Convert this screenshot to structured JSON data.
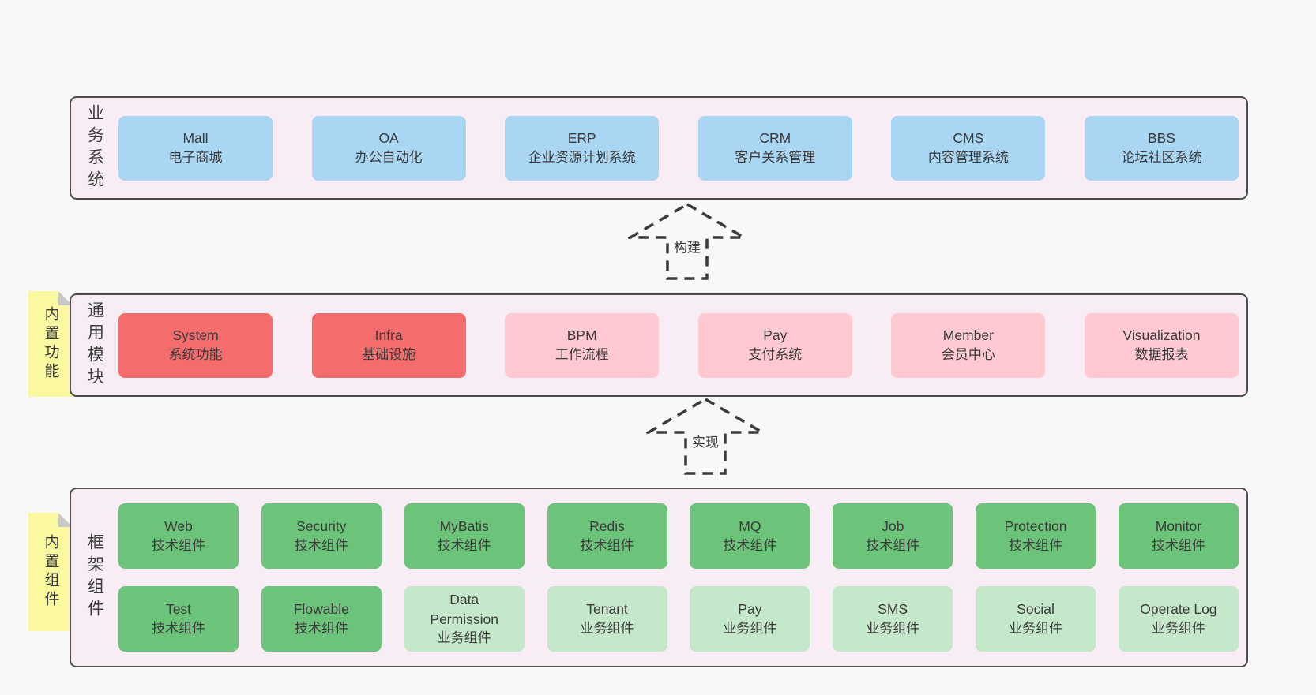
{
  "palette": {
    "page_bg": "#f8f8f8",
    "band_bg": "#f9edf5",
    "band_border": "#4b4b4b",
    "blue_box": "#a9d6f2",
    "red_box": "#f56c6c",
    "pink_box": "#ffc9d1",
    "green_box": "#6cc47a",
    "green_light_box": "#c5e8ca",
    "note_yellow": "#fbf9a0",
    "note_fold_gray": "#c9c9c9",
    "arrow_dash": "#3a3a3a",
    "text": "#3b3b3b"
  },
  "bands": [
    {
      "label": "业务系统",
      "boxes": [
        {
          "title": "Mall",
          "subtitle": "电子商城"
        },
        {
          "title": "OA",
          "subtitle": "办公自动化"
        },
        {
          "title": "ERP",
          "subtitle": "企业资源计划系统"
        },
        {
          "title": "CRM",
          "subtitle": "客户关系管理"
        },
        {
          "title": "CMS",
          "subtitle": "内容管理系统"
        },
        {
          "title": "BBS",
          "subtitle": "论坛社区系统"
        }
      ]
    },
    {
      "label": "通用模块",
      "note": "内置功能",
      "boxes": [
        {
          "title": "System",
          "subtitle": "系统功能"
        },
        {
          "title": "Infra",
          "subtitle": "基础设施"
        },
        {
          "title": "BPM",
          "subtitle": "工作流程"
        },
        {
          "title": "Pay",
          "subtitle": "支付系统"
        },
        {
          "title": "Member",
          "subtitle": "会员中心"
        },
        {
          "title": "Visualization",
          "subtitle": "数据报表"
        }
      ]
    },
    {
      "label": "框架组件",
      "note": "内置组件",
      "rows": [
        [
          {
            "title": "Web",
            "subtitle": "技术组件"
          },
          {
            "title": "Security",
            "subtitle": "技术组件"
          },
          {
            "title": "MyBatis",
            "subtitle": "技术组件"
          },
          {
            "title": "Redis",
            "subtitle": "技术组件"
          },
          {
            "title": "MQ",
            "subtitle": "技术组件"
          },
          {
            "title": "Job",
            "subtitle": "技术组件"
          },
          {
            "title": "Protection",
            "subtitle": "技术组件"
          },
          {
            "title": "Monitor",
            "subtitle": "技术组件"
          }
        ],
        [
          {
            "title": "Test",
            "subtitle": "技术组件"
          },
          {
            "title": "Flowable",
            "subtitle": "技术组件"
          },
          {
            "title": "Data Permission",
            "subtitle": "业务组件"
          },
          {
            "title": "Tenant",
            "subtitle": "业务组件"
          },
          {
            "title": "Pay",
            "subtitle": "业务组件"
          },
          {
            "title": "SMS",
            "subtitle": "业务组件"
          },
          {
            "title": "Social",
            "subtitle": "业务组件"
          },
          {
            "title": "Operate Log",
            "subtitle": "业务组件"
          }
        ]
      ]
    }
  ],
  "arrows": [
    {
      "label": "构建"
    },
    {
      "label": "实现"
    }
  ]
}
